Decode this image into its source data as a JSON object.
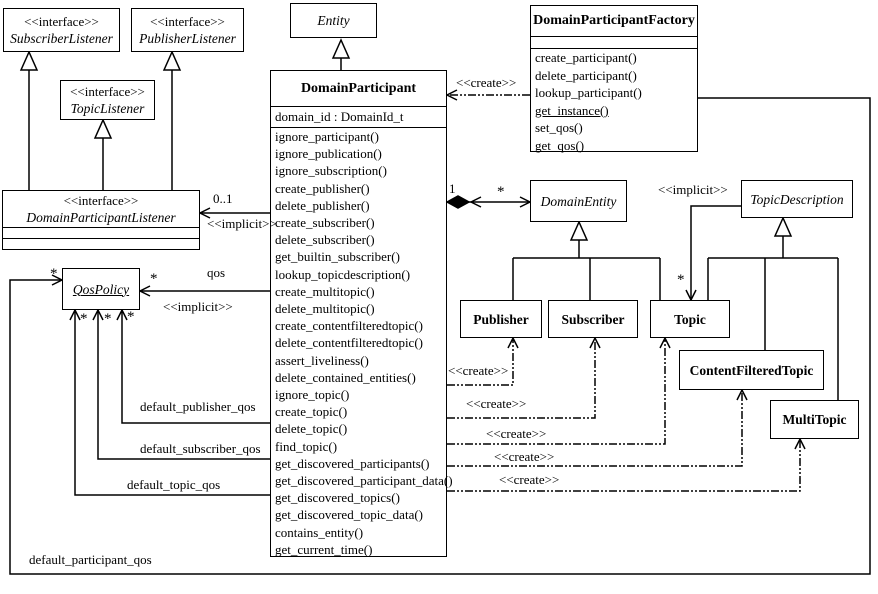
{
  "classes": {
    "subscriber_listener": {
      "stereotype": "<<interface>>",
      "name": "SubscriberListener"
    },
    "publisher_listener": {
      "stereotype": "<<interface>>",
      "name": "PublisherListener"
    },
    "topic_listener": {
      "stereotype": "<<interface>>",
      "name": "TopicListener"
    },
    "dp_listener": {
      "stereotype": "<<interface>>",
      "name": "DomainParticipantListener"
    },
    "entity": {
      "name": "Entity"
    },
    "factory": {
      "name": "DomainParticipantFactory",
      "methods": [
        "create_participant()",
        "delete_participant()",
        "lookup_participant()",
        {
          "text": "get_instance()",
          "underline": true
        },
        "set_qos()",
        "get_qos()"
      ]
    },
    "domain_participant": {
      "name": "DomainParticipant",
      "attributes": [
        "domain_id : DomainId_t"
      ],
      "methods": [
        "ignore_participant()",
        "ignore_publication()",
        "ignore_subscription()",
        "create_publisher()",
        "delete_publisher()",
        "create_subscriber()",
        "delete_subscriber()",
        "get_builtin_subscriber()",
        "lookup_topicdescription()",
        "create_multitopic()",
        "delete_multitopic()",
        "create_contentfilteredtopic()",
        "delete_contentfilteredtopic()",
        "assert_liveliness()",
        "delete_contained_entities()",
        "ignore_topic()",
        "create_topic()",
        "delete_topic()",
        "find_topic()",
        "get_discovered_participants()",
        "get_discovered_participant_data()",
        "get_discovered_topics()",
        "get_discovered_topic_data()",
        "contains_entity()",
        "get_current_time()"
      ]
    },
    "qos_policy": {
      "name": "QosPolicy"
    },
    "domain_entity": {
      "name": "DomainEntity"
    },
    "topic_description": {
      "name": "TopicDescription"
    },
    "publisher": {
      "name": "Publisher"
    },
    "subscriber": {
      "name": "Subscriber"
    },
    "topic": {
      "name": "Topic"
    },
    "content_filtered_topic": {
      "name": "ContentFilteredTopic"
    },
    "multi_topic": {
      "name": "MultiTopic"
    }
  },
  "labels": {
    "create": "<<create>>",
    "implicit": "<<implicit>>",
    "qos": "qos",
    "zero_one": "0..1",
    "one": "1",
    "many": "*",
    "default_publisher_qos": "default_publisher_qos",
    "default_subscriber_qos": "default_subscriber_qos",
    "default_topic_qos": "default_topic_qos",
    "default_participant_qos": "default_participant_qos"
  },
  "colors": {
    "line": "#000000",
    "background": "#ffffff"
  }
}
